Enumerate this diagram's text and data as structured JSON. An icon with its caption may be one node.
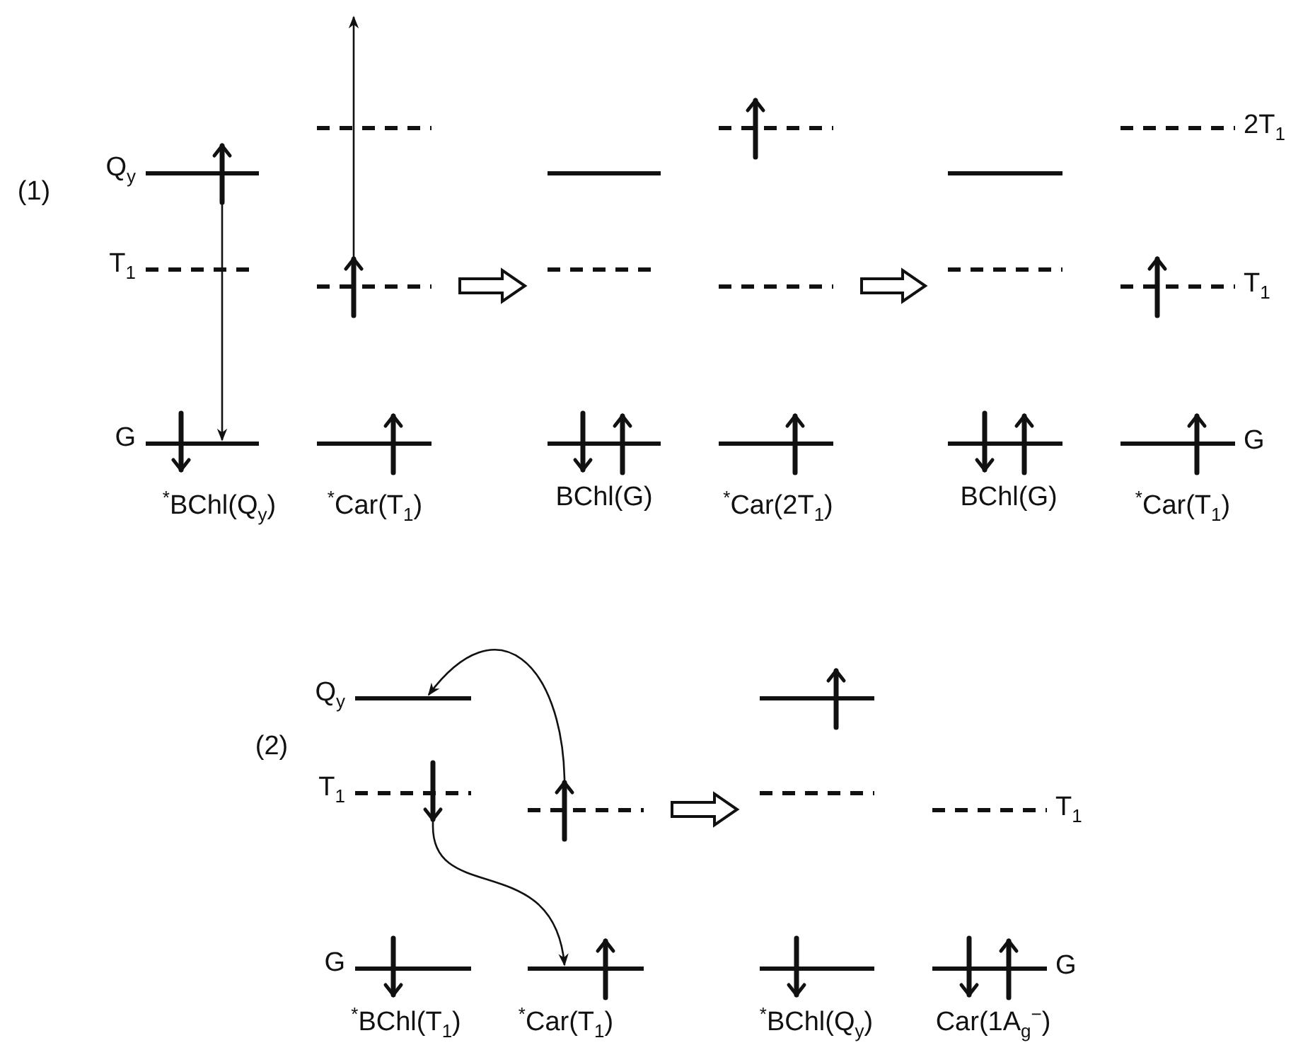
{
  "diagram": {
    "nodes": [
      {
        "text": [],
        "shape": "bar",
        "beside": [
          "Q$_{y}$"
        ]
      },
      {
        "text": [],
        "shape": "bar",
        "beside": [
          "T$_{1}$"
        ]
      },
      {
        "text": [],
        "shape": "bar",
        "beside": [
          "G"
        ]
      },
      {
        "text": [],
        "shape": "bar"
      },
      {
        "text": [],
        "shape": "bar"
      },
      {
        "text": [],
        "shape": "bar"
      },
      {
        "text": [],
        "shape": "bar"
      },
      {
        "text": [],
        "shape": "bar"
      },
      {
        "text": [],
        "shape": "bar"
      },
      {
        "text": [],
        "shape": "bar"
      },
      {
        "text": [],
        "shape": "bar"
      },
      {
        "text": [],
        "shape": "bar"
      },
      {
        "text": [],
        "shape": "bar"
      },
      {
        "text": [],
        "shape": "bar"
      },
      {
        "text": [],
        "shape": "bar"
      },
      {
        "text": [],
        "shape": "bar",
        "beside": [
          "2T$_{1}$"
        ]
      },
      {
        "text": [],
        "shape": "bar",
        "beside": [
          "T$_{1}$"
        ]
      },
      {
        "text": [],
        "shape": "bar",
        "beside": [
          "G"
        ]
      },
      {
        "text": [],
        "shape": "bar",
        "beside": [
          "Q$_{y}$"
        ]
      },
      {
        "text": [],
        "shape": "bar",
        "beside": [
          "T$_{1}$"
        ]
      },
      {
        "text": [],
        "shape": "bar",
        "beside": [
          "G"
        ]
      },
      {
        "text": [],
        "shape": "bar"
      },
      {
        "text": [],
        "shape": "bar"
      },
      {
        "text": [],
        "shape": "bar"
      },
      {
        "text": [],
        "shape": "bar"
      },
      {
        "text": [],
        "shape": "bar"
      },
      {
        "text": [],
        "shape": "bar",
        "beside": [
          "T$_{1}$"
        ]
      },
      {
        "text": [],
        "shape": "bar",
        "beside": [
          "G"
        ]
      }
    ],
    "edges": [
      {
        "from": 0,
        "to": 2,
        "arrow": "to"
      },
      {
        "from": 4,
        "to": null,
        "arrow": "to"
      },
      {
        "from": 4,
        "to": 7,
        "arrow": "to",
        "style": "thick"
      },
      {
        "from": 10,
        "to": 13,
        "arrow": "to",
        "style": "thick"
      },
      {
        "from": 21,
        "to": 18,
        "arrow": "to"
      },
      {
        "from": 19,
        "to": 22,
        "arrow": "to"
      },
      {
        "from": 21,
        "to": 24,
        "arrow": "to",
        "style": "thick"
      }
    ],
    "labels": [
      "(1)",
      "$^{*}$BChl(Q$_{y}$)",
      "$^{*}$Car(T$_{1}$)",
      "BChl(G)",
      "$^{*}$Car(2T$_{1}$)",
      "BChl(G)",
      "$^{*}$Car(T$_{1}$)",
      "(2)",
      "$^{*}$BChl(T$_{1}$)",
      "$^{*}$Car(T$_{1}$)",
      "$^{*}$BChl(Q$_{y}$)",
      "Car(1A$_{g}$$^{−}$)"
    ]
  }
}
